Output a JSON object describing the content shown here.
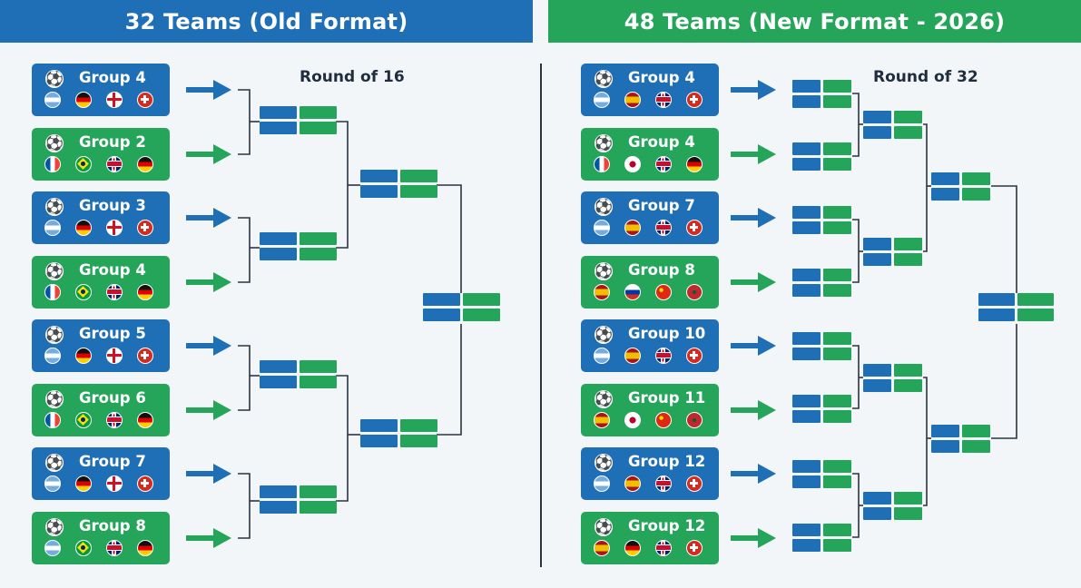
{
  "left": {
    "title": "32 Teams (Old Format)",
    "round_label": "Round of 16",
    "groups": [
      {
        "name": "Group 4",
        "color": "blue",
        "flags": [
          "ar",
          "de",
          "en",
          "ch"
        ]
      },
      {
        "name": "Group 2",
        "color": "green",
        "flags": [
          "fr",
          "br",
          "uk",
          "de"
        ]
      },
      {
        "name": "Group 3",
        "color": "blue",
        "flags": [
          "ar",
          "de",
          "en",
          "ch"
        ]
      },
      {
        "name": "Group 4",
        "color": "green",
        "flags": [
          "fr",
          "br",
          "uk",
          "de"
        ]
      },
      {
        "name": "Group 5",
        "color": "blue",
        "flags": [
          "ar",
          "de",
          "en",
          "ch"
        ]
      },
      {
        "name": "Group 6",
        "color": "green",
        "flags": [
          "fr",
          "br",
          "uk",
          "de"
        ]
      },
      {
        "name": "Group 7",
        "color": "blue",
        "flags": [
          "ar",
          "de",
          "en",
          "ch"
        ]
      },
      {
        "name": "Group 8",
        "color": "green",
        "flags": [
          "ar",
          "br",
          "uk",
          "de"
        ]
      }
    ]
  },
  "right": {
    "title": "48 Teams (New Format - 2026)",
    "round_label": "Round of 32",
    "groups": [
      {
        "name": "Group 4",
        "color": "blue",
        "flags": [
          "ar",
          "es",
          "uk",
          "ch"
        ]
      },
      {
        "name": "Group 4",
        "color": "green",
        "flags": [
          "fr",
          "jp",
          "uk",
          "de"
        ]
      },
      {
        "name": "Group 7",
        "color": "blue",
        "flags": [
          "ar",
          "es",
          "uk",
          "ch"
        ]
      },
      {
        "name": "Group 8",
        "color": "green",
        "flags": [
          "es",
          "ru",
          "cn",
          "ma"
        ]
      },
      {
        "name": "Group 10",
        "color": "blue",
        "flags": [
          "ar",
          "es",
          "uk",
          "ch"
        ]
      },
      {
        "name": "Group 11",
        "color": "green",
        "flags": [
          "es",
          "jp",
          "cn",
          "ma"
        ]
      },
      {
        "name": "Group 12",
        "color": "blue",
        "flags": [
          "ar",
          "es",
          "uk",
          "ch"
        ]
      },
      {
        "name": "Group 12",
        "color": "green",
        "flags": [
          "es",
          "de",
          "uk",
          "ch"
        ]
      }
    ]
  },
  "icons": {
    "group_icon": "soccer-ball-icon",
    "advance_icon": "arrow-right-icon"
  },
  "colors": {
    "blue": "#1f6fb6",
    "green": "#25a55a",
    "line": "#2b3440"
  }
}
